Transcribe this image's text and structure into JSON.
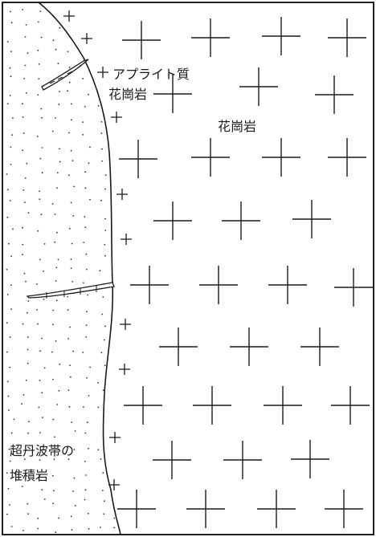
{
  "labels": {
    "aplite_line1": "アプライト質",
    "aplite_line2": "花崗岩",
    "granite": "花崗岩",
    "sediment_line1": "超丹波帯の",
    "sediment_line2": "堆積岩"
  },
  "colors": {
    "ink": "#1a1a1a",
    "frame": "#222222",
    "paper": "#ffffff"
  }
}
